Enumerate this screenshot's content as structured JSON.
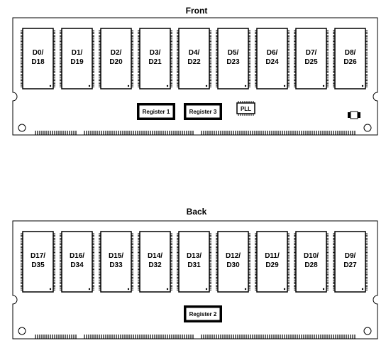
{
  "front": {
    "title": "Front",
    "chips": [
      {
        "line1": "D0/",
        "line2": "D18"
      },
      {
        "line1": "D1/",
        "line2": "D19"
      },
      {
        "line1": "D2/",
        "line2": "D20"
      },
      {
        "line1": "D3/",
        "line2": "D21"
      },
      {
        "line1": "D4/",
        "line2": "D22"
      },
      {
        "line1": "D5/",
        "line2": "D23"
      },
      {
        "line1": "D6/",
        "line2": "D24"
      },
      {
        "line1": "D7/",
        "line2": "D25"
      },
      {
        "line1": "D8/",
        "line2": "D26"
      }
    ],
    "registers": [
      "Register 1",
      "Register 3"
    ],
    "pll": "PLL"
  },
  "back": {
    "title": "Back",
    "chips": [
      {
        "line1": "D17/",
        "line2": "D35"
      },
      {
        "line1": "D16/",
        "line2": "D34"
      },
      {
        "line1": "D15/",
        "line2": "D33"
      },
      {
        "line1": "D14/",
        "line2": "D32"
      },
      {
        "line1": "D13/",
        "line2": "D31"
      },
      {
        "line1": "D12/",
        "line2": "D30"
      },
      {
        "line1": "D11/",
        "line2": "D29"
      },
      {
        "line1": "D10/",
        "line2": "D28"
      },
      {
        "line1": "D9/",
        "line2": "D27"
      }
    ],
    "registers": [
      "Register 2"
    ]
  }
}
